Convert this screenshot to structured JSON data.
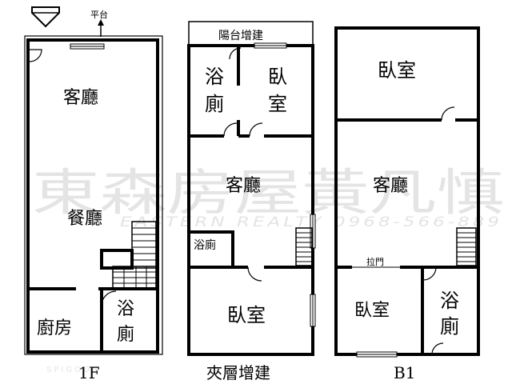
{
  "watermark": {
    "company_cn": "東森房屋黃凡慎",
    "company_en_phone": "EASTERN REALTY 0968-566-889",
    "site": "SPIGOON"
  },
  "floor_1f": {
    "caption": "1F",
    "balcony_label": "平台",
    "rooms": {
      "living": "客廳",
      "dining": "餐廳",
      "kitchen": "廚房",
      "bath": "浴廁"
    }
  },
  "floor_mezzanine": {
    "caption": "夾層增建",
    "rooms": {
      "balcony_ext": "陽台增建",
      "bath_top": "浴廁",
      "bedroom_top": "臥室",
      "living": "客廳",
      "bath_small": "浴廁",
      "bedroom_bottom": "臥室"
    }
  },
  "floor_b1": {
    "caption": "B1",
    "sliding_door_label": "拉門",
    "rooms": {
      "bedroom_top": "臥室",
      "living": "客廳",
      "bedroom_bottom": "臥室",
      "bath": "浴廁"
    }
  },
  "icons": {
    "entrance": "down-arrow-entrance-icon"
  }
}
